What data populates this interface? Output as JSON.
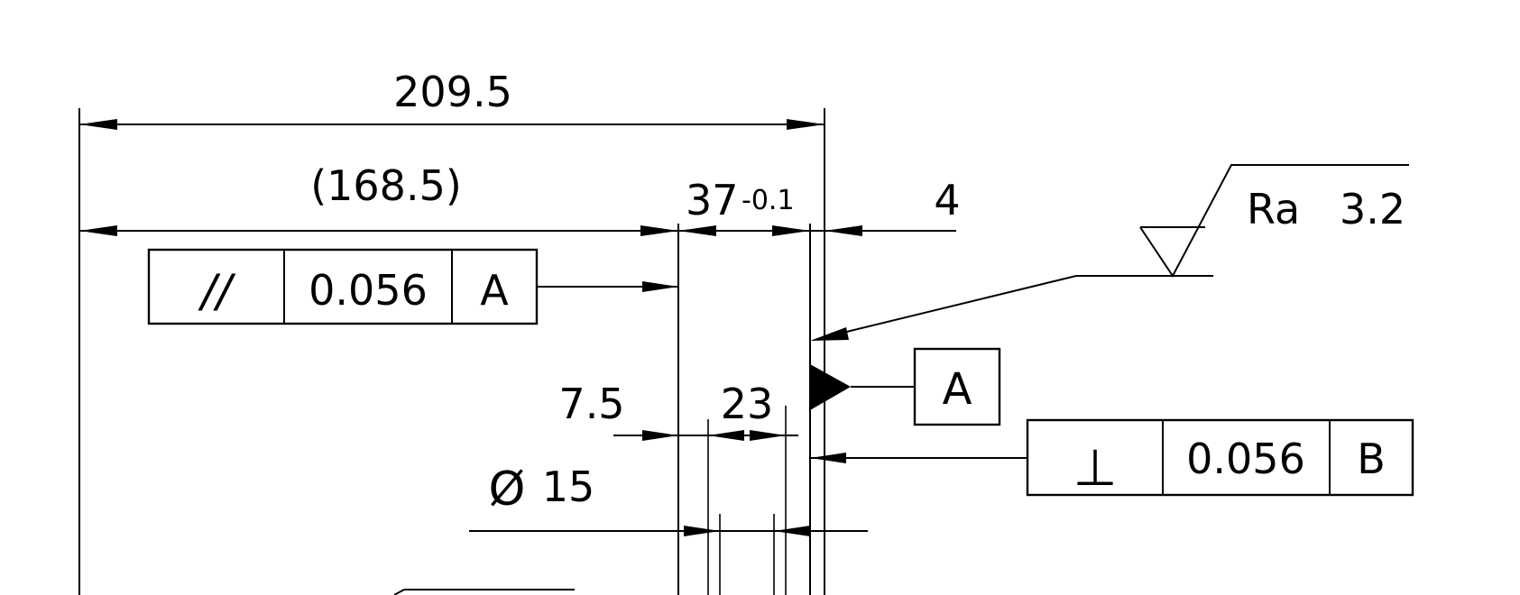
{
  "dimensions": {
    "overall_length": "209.5",
    "reference_length": "(168.5)",
    "width_value": "37",
    "width_tolerance": "-0.1",
    "right_offset": "4",
    "hole_offset": "7.5",
    "hole_spacing": "23",
    "diameter_symbol": "Ø",
    "diameter_value": "15"
  },
  "surface_finish": {
    "label": "Ra",
    "value": "3.2"
  },
  "datum_feature": {
    "label": "A"
  },
  "parallelism_frame": {
    "symbol": "//",
    "tolerance": "0.056",
    "datum": "A"
  },
  "perpendicularity_frame": {
    "symbol": "⊥",
    "tolerance": "0.056",
    "datum": "B"
  }
}
